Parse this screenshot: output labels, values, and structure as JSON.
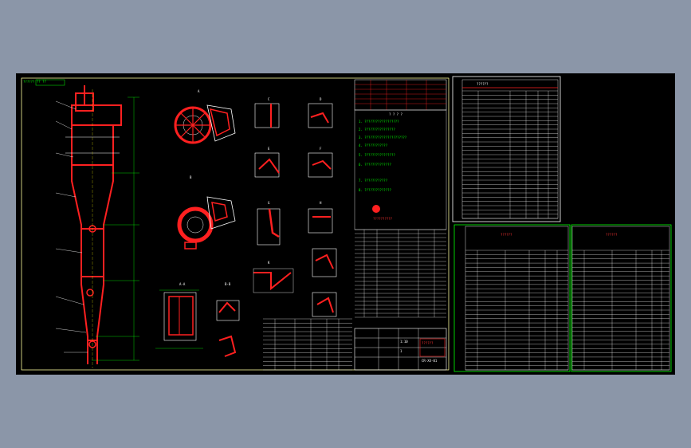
{
  "drawing": {
    "main_sheet_title": "?????? ?? ??",
    "detail_labels": [
      "A",
      "B",
      "A-A",
      "B-B",
      "C",
      "D",
      "E",
      "F",
      "G",
      "H",
      "K"
    ],
    "notes_title": "? ? ? ?",
    "notes_lines": [
      "1. ??????????????????",
      "2. ????????????????",
      "3. ??????????????????????",
      "4. ????????????",
      "5. ????????????????",
      "6. ??????????????",
      "7. ????????????",
      "8. ??????????????"
    ],
    "company_mark": "??????????",
    "title_block": {
      "drawing_no": "CR-XX-01",
      "scale": "1:10",
      "name": "??????",
      "sheet": "1"
    }
  },
  "sheets": {
    "sheet2_title": "??????",
    "sheet3_title": "??????",
    "sheet4_title": "??????"
  },
  "colors": {
    "background": "#8b96a8",
    "canvas": "#000000",
    "line_primary": "#ff2020",
    "line_green": "#00ff00",
    "line_white": "#ffffff",
    "line_yellow": "#ffff00"
  }
}
